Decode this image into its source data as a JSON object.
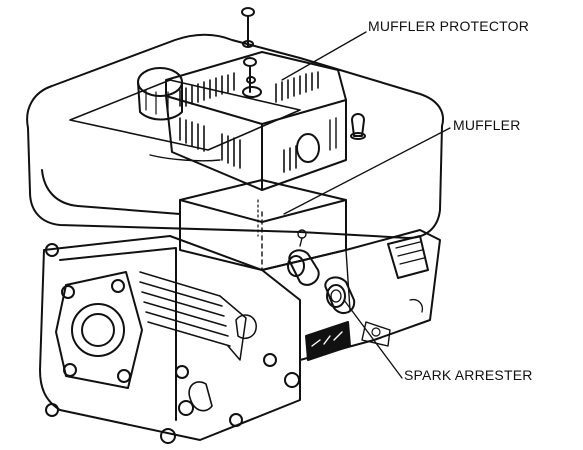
{
  "labels": {
    "muffler_protector": "MUFFLER PROTECTOR",
    "muffler": "MUFFLER",
    "spark_arrester": "SPARK ARRESTER"
  },
  "engine_badge_icon": "logo-badge-icon",
  "colors": {
    "ink": "#111111",
    "paper": "#ffffff"
  }
}
